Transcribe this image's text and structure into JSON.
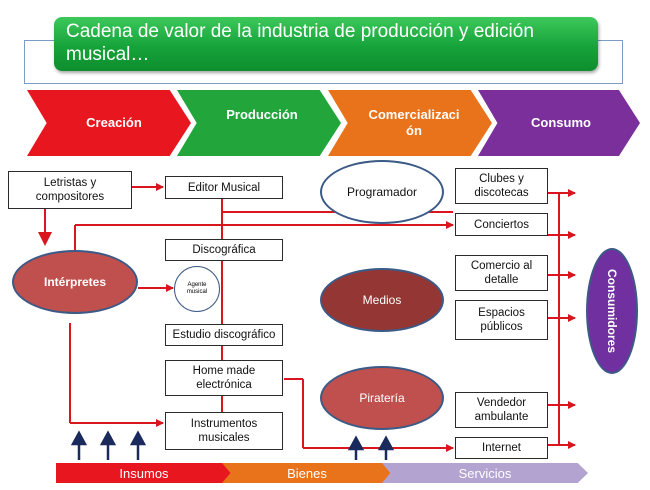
{
  "title": "Cadena de valor de la industria de producción y edición musical…",
  "stages": [
    {
      "label": "Creación",
      "color": "#e8161e"
    },
    {
      "label": "Producción",
      "color": "#22a63c"
    },
    {
      "label": "Comercializaci ón",
      "color": "#e8731a"
    },
    {
      "label": "Consumo",
      "color": "#7a2f9b"
    }
  ],
  "left_boxes": {
    "letristas": "Letristas y compositores"
  },
  "center_boxes": {
    "editor": "Editor Musical",
    "discografica": "Discográfica",
    "estudio": "Estudio discográfico",
    "homemade": "Home made electrónica",
    "instrumentos": "Instrumentos musicales"
  },
  "ellipses": {
    "interpretes": "Intérpretes",
    "agente": "Agente musical",
    "programador": "Programador",
    "medios": "Medios",
    "pirateria": "Piratería",
    "consumidores": "Consumidores"
  },
  "right_boxes": {
    "clubes": "Clubes y discotecas",
    "conciertos": "Conciertos",
    "comercio": "Comercio al detalle",
    "espacios": "Espacios públicos",
    "vendedor": "Vendedor ambulante",
    "internet": "Internet"
  },
  "bottom_band": [
    {
      "label": "Insumos",
      "color": "#e8161e"
    },
    {
      "label": "Bienes",
      "color": "#e8731a"
    },
    {
      "label": "Servicios",
      "color": "#b3a3d0"
    }
  ],
  "colors": {
    "connector": "#d9161e",
    "up_arrow": "#1b2a5c"
  }
}
